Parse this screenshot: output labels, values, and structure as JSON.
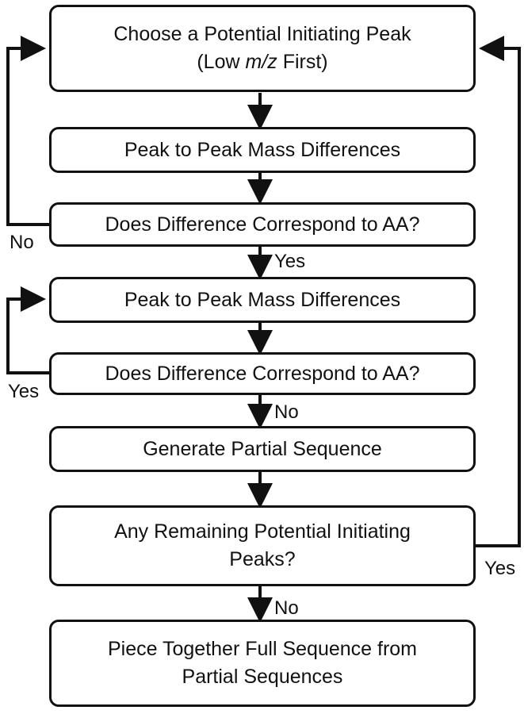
{
  "boxes": {
    "choose_peak": {
      "line1": "Choose a Potential Initiating Peak",
      "line2_pre": "(Low ",
      "line2_em": "m/z",
      "line2_post": " First)"
    },
    "mass_diff_1": "Peak to Peak Mass Differences",
    "corresponds_1": "Does Difference Correspond to AA?",
    "mass_diff_2": "Peak to Peak Mass Differences",
    "corresponds_2": "Does Difference Correspond to AA?",
    "generate_partial": "Generate Partial Sequence",
    "remaining": {
      "line1": "Any Remaining Potential Initiating",
      "line2": "Peaks?"
    },
    "piece_together": {
      "line1": "Piece Together Full Sequence from",
      "line2": "Partial Sequences"
    }
  },
  "edge_labels": {
    "corresponds_1_no": "No",
    "corresponds_1_yes": "Yes",
    "corresponds_2_yes": "Yes",
    "corresponds_2_no": "No",
    "remaining_yes": "Yes",
    "remaining_no": "No"
  }
}
